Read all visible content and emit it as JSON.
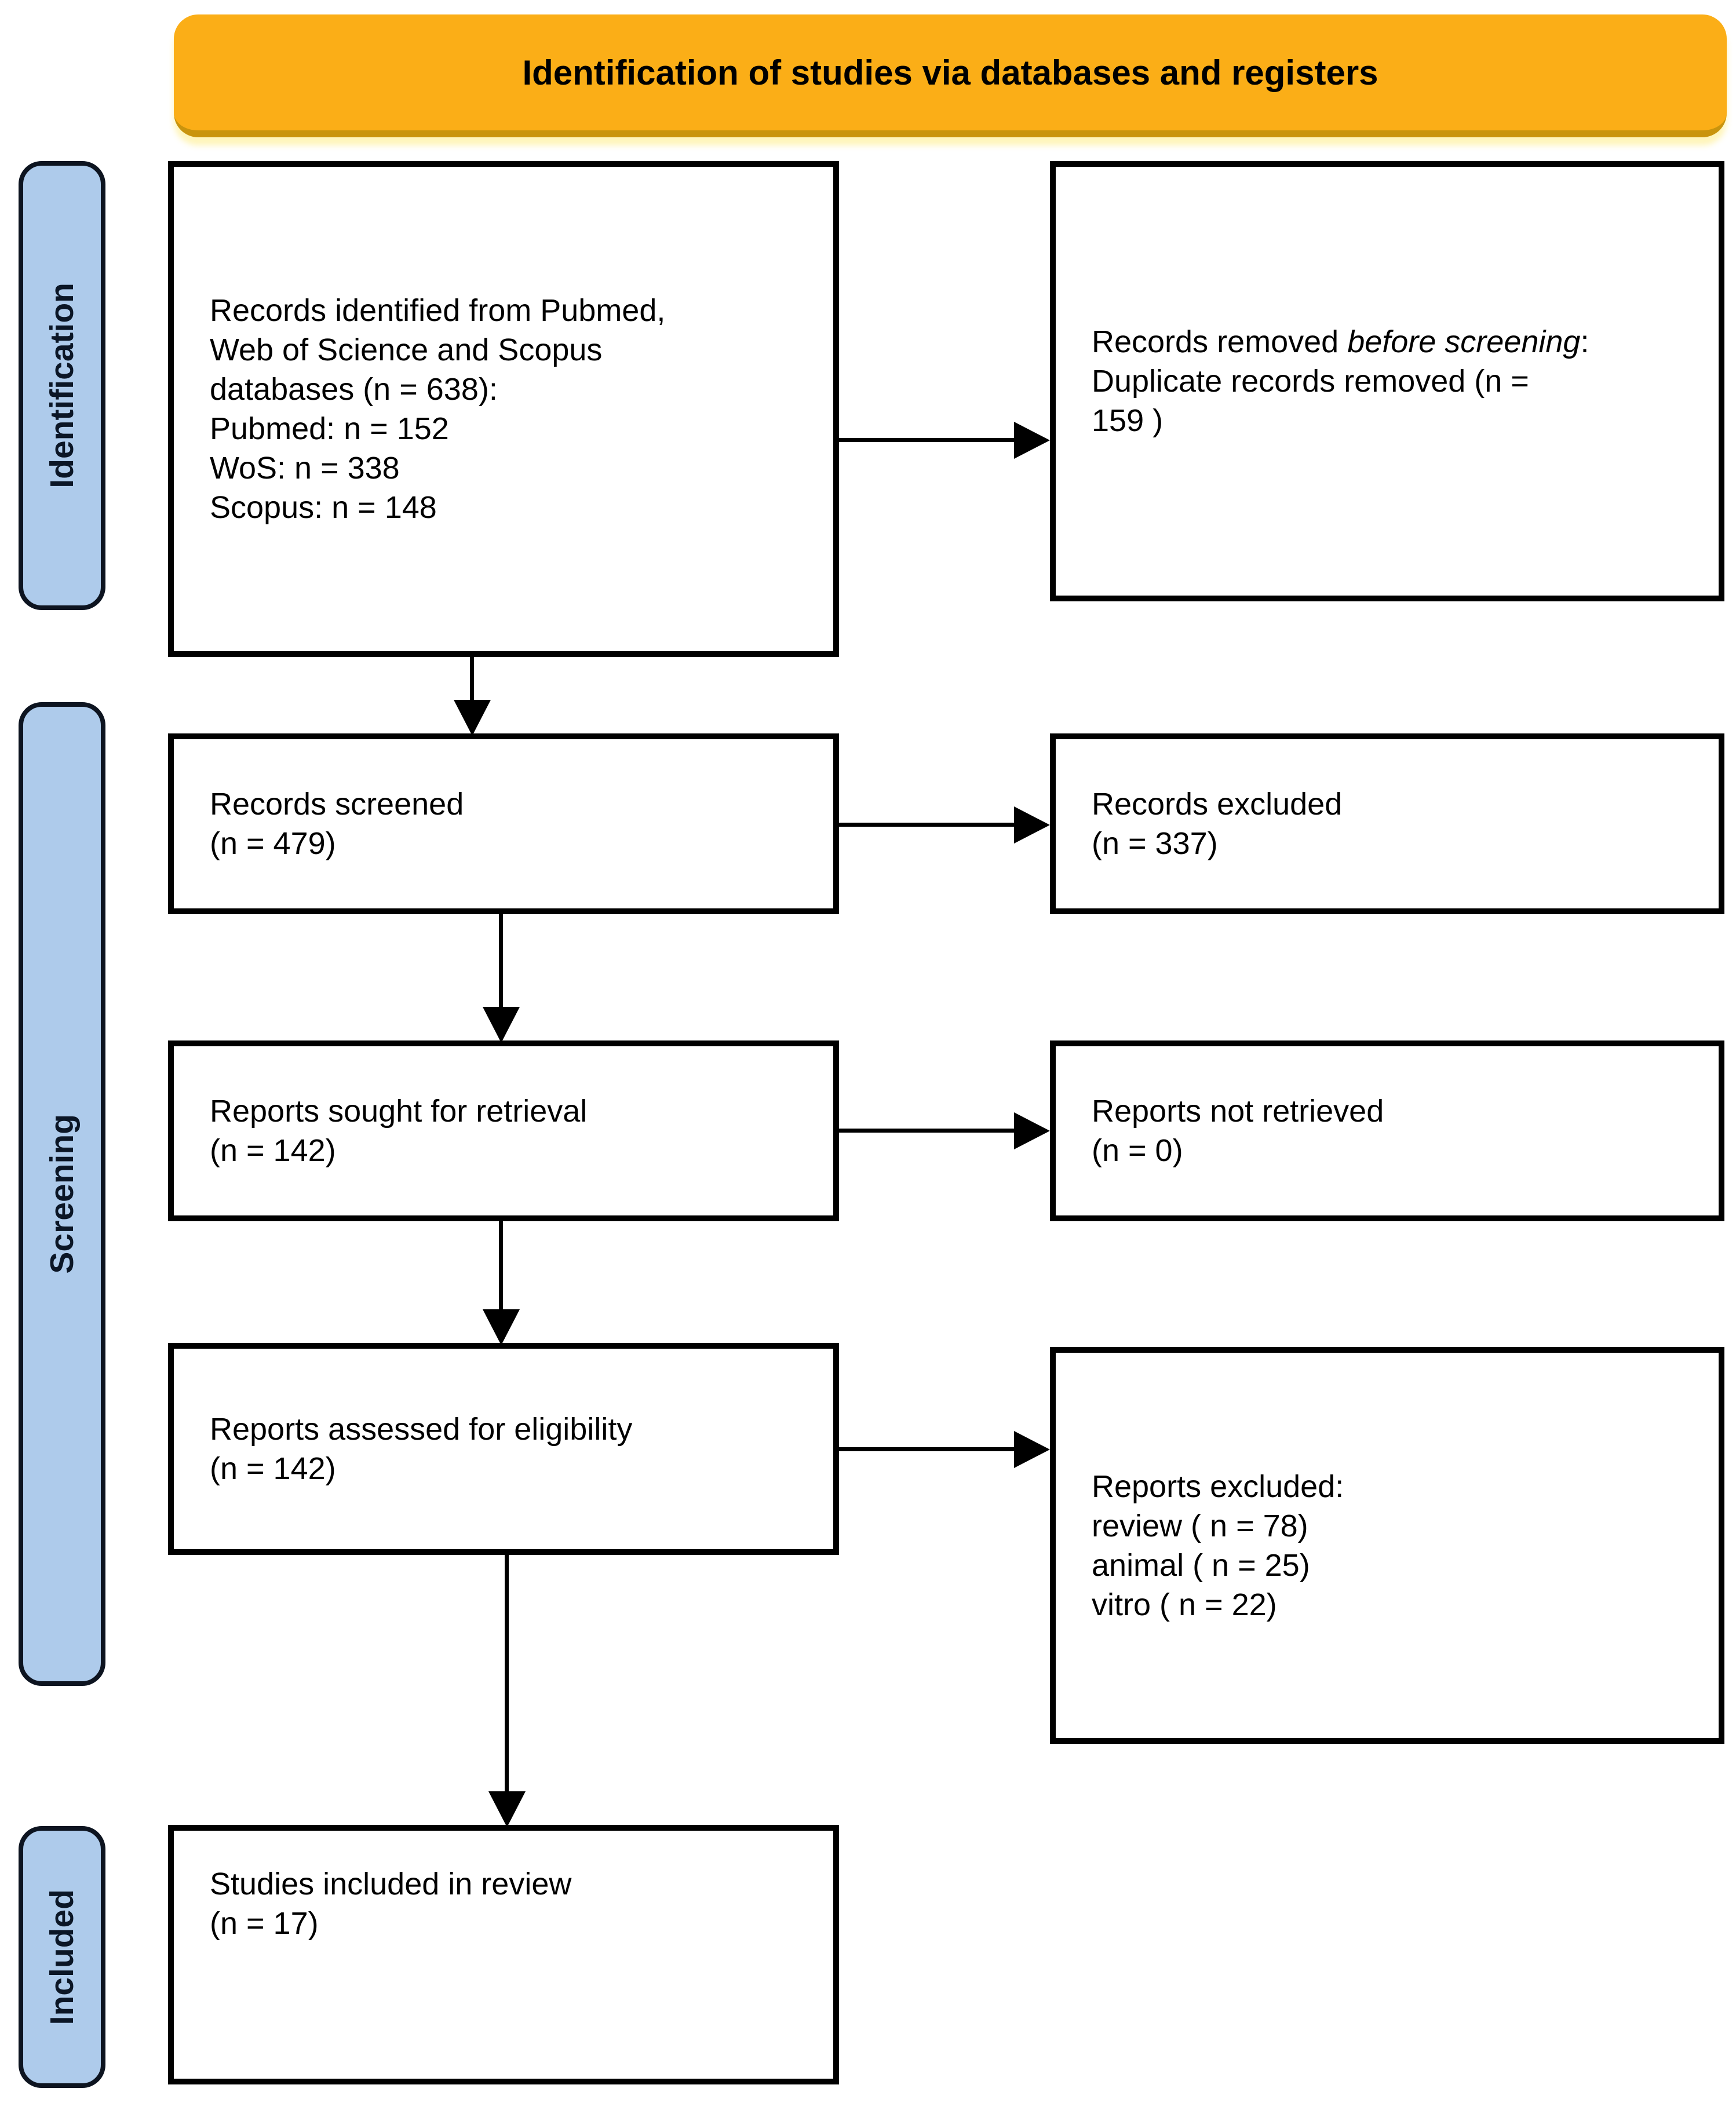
{
  "banner": {
    "title": "Identification of studies via databases and registers"
  },
  "stages": [
    {
      "label": "Identification"
    },
    {
      "label": "Screening"
    },
    {
      "label": "Included"
    }
  ],
  "boxes": {
    "identified": {
      "lines": [
        "Records identified from Pubmed,",
        "Web of Science and Scopus",
        "databases (n = 638):",
        "Pubmed: n = 152",
        "WoS: n = 338",
        "Scopus: n = 148"
      ]
    },
    "removed": {
      "line1_prefix": "Records removed ",
      "line1_italic": "before screening",
      "line1_suffix": ":",
      "line2": "Duplicate records removed  (n =",
      "line3": "159 )"
    },
    "screened": {
      "lines": [
        "Records screened",
        "(n = 479)"
      ]
    },
    "records_excluded": {
      "lines": [
        "Records excluded",
        "(n = 337)"
      ]
    },
    "sought": {
      "lines": [
        "Reports sought for retrieval",
        "(n = 142)"
      ]
    },
    "not_retrieved": {
      "lines": [
        "Reports not retrieved",
        "(n = 0)"
      ]
    },
    "assessed": {
      "lines": [
        "Reports assessed for eligibility",
        "(n = 142)"
      ]
    },
    "reports_excluded": {
      "lines": [
        "Reports excluded:",
        "review ( n = 78)",
        "animal ( n = 25)",
        "vitro ( n = 22)"
      ]
    },
    "included_in_review": {
      "lines": [
        "Studies included in review",
        "(n = 17)"
      ]
    }
  },
  "colors": {
    "banner_fill": "#FBAE17",
    "banner_edge": "#C9940D",
    "stage_fill": "#AECBEB",
    "stage_border": "#0D1420",
    "box_border": "#000000",
    "arrow_color": "#000000",
    "text_color": "#000000"
  }
}
